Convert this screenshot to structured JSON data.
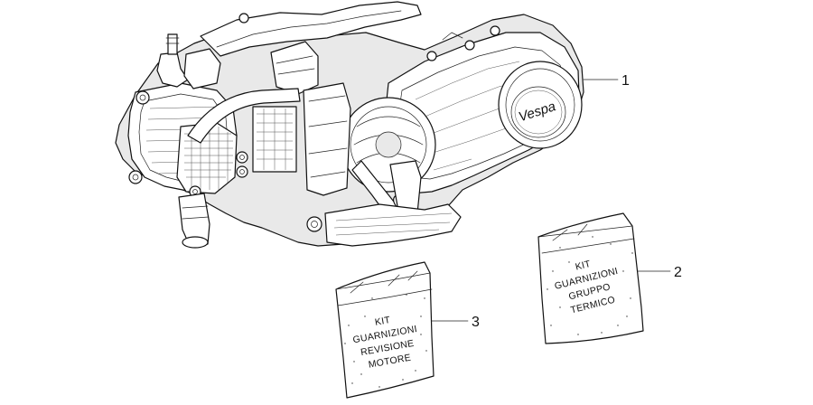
{
  "diagram": {
    "callouts": [
      {
        "id": "1",
        "label": "1"
      },
      {
        "id": "2",
        "label": "2"
      },
      {
        "id": "3",
        "label": "3"
      }
    ],
    "engine": {
      "logo_text": "Vespa"
    },
    "kit_gruppo_termico": {
      "lines": [
        "KIT",
        "GUARNIZIONI",
        "GRUPPO",
        "TERMICO"
      ]
    },
    "kit_revisione_motore": {
      "lines": [
        "KIT",
        "GUARNIZIONI",
        "REVISIONE",
        "MOTORE"
      ]
    }
  }
}
